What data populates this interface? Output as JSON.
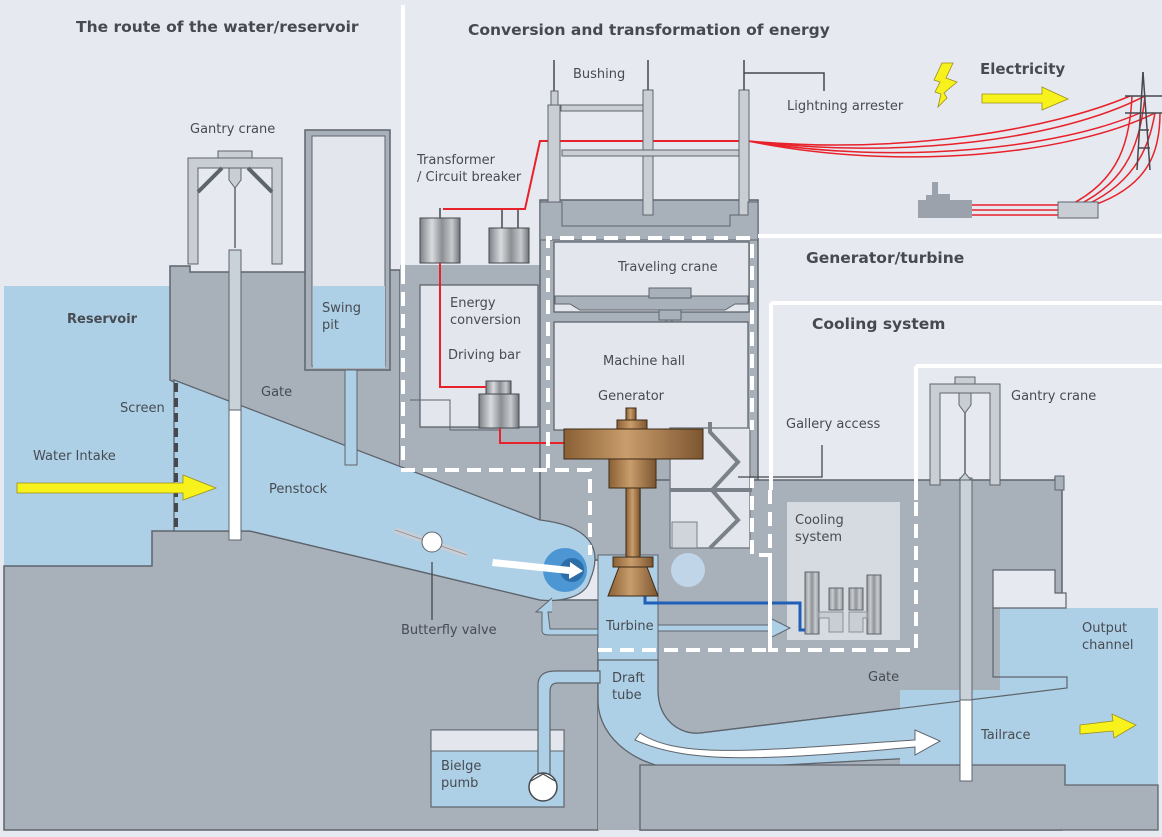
{
  "diagram": {
    "title": "Hydroelectric power station cross-section",
    "colors": {
      "background": "#e6e9ef",
      "concrete": "#a8b0ba",
      "water": "#aed0e6",
      "outline": "#5e646c",
      "light_panel": "#e3e6ec",
      "power_line": "#e8212b",
      "arrow_yellow": "#f7f21c",
      "generator_bronze": "#b08150",
      "cooling_pipe": "#1f5fb8",
      "dashed_boundary": "#ffffff"
    },
    "sections": [
      {
        "id": "water-route",
        "label": "The route of the water/reservoir"
      },
      {
        "id": "energy-conversion",
        "label": "Conversion and transformation of energy"
      },
      {
        "id": "generator-turbine",
        "label": "Generator/turbine"
      },
      {
        "id": "cooling",
        "label": "Cooling system"
      }
    ],
    "labels": {
      "gantry_crane_left": "Gantry crane",
      "swing_pit": "Swing\npit",
      "reservoir": "Reservoir",
      "gate_left": "Gate",
      "screen": "Screen",
      "water_intake": "Water Intake",
      "penstock": "Penstock",
      "butterfly_valve": "Butterfly valve",
      "bushing": "Bushing",
      "lightning_arrester": "Lightning arrester",
      "electricity": "Electricity",
      "transformer": "Transformer\n/ Circuit breaker",
      "energy_conversion": "Energy\nconversion",
      "driving_bar": "Driving bar",
      "traveling_crane": "Traveling crane",
      "machine_hall": "Machine hall",
      "generator": "Generator",
      "gallery_access": "Gallery access",
      "gantry_crane_right": "Gantry crane",
      "cooling_system_box": "Cooling\nsystem",
      "turbine": "Turbine",
      "draft_tube": "Draft\ntube",
      "bielge_pump": "Bielge\npumb",
      "gate_right": "Gate",
      "tailrace": "Tailrace",
      "output_channel": "Output\nchannel"
    }
  }
}
